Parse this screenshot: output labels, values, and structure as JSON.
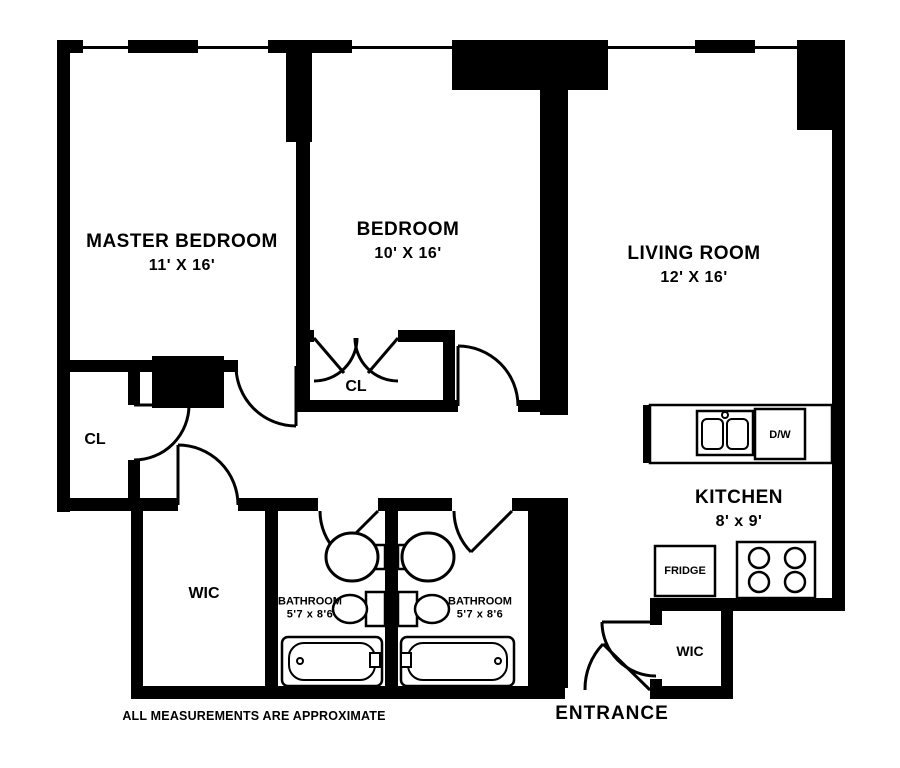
{
  "plan": {
    "disclaimer": "ALL MEASUREMENTS ARE APPROXIMATE",
    "entrance_label": "ENTRANCE"
  },
  "rooms": {
    "master_bedroom": {
      "name": "MASTER BEDROOM",
      "dims": "11' X 16'"
    },
    "bedroom": {
      "name": "BEDROOM",
      "dims": "10' X 16'"
    },
    "living_room": {
      "name": "LIVING ROOM",
      "dims": "12' X 16'"
    },
    "kitchen": {
      "name": "KITCHEN",
      "dims": "8' x 9'"
    },
    "bathroom_left": {
      "name": "BATHROOM",
      "dims": "5'7 x 8'6"
    },
    "bathroom_right": {
      "name": "BATHROOM",
      "dims": "5'7 x 8'6"
    },
    "wic_left": {
      "name": "WIC"
    },
    "wic_right": {
      "name": "WIC"
    },
    "closet_hall": {
      "name": "CL"
    },
    "closet_bedroom": {
      "name": "CL"
    }
  },
  "appliances": {
    "dishwasher": "D/W",
    "fridge": "FRIDGE"
  },
  "colors": {
    "wall": "#000000",
    "background": "#ffffff"
  }
}
